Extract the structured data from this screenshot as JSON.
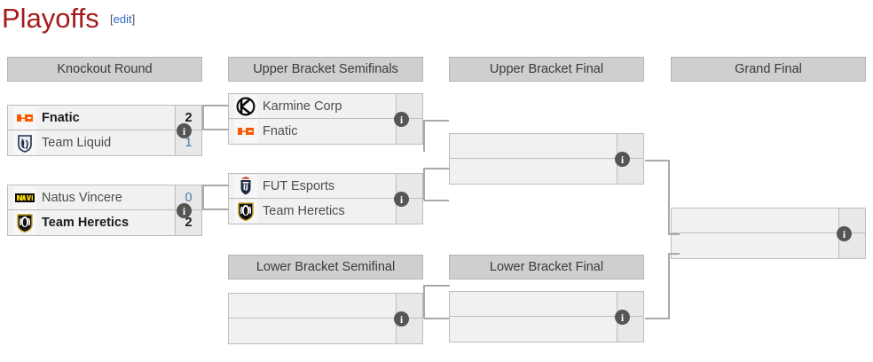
{
  "page": {
    "title": "Playoffs",
    "edit_label": "edit",
    "edit_bracket_open": "[",
    "edit_bracket_close": "]"
  },
  "colors": {
    "title": "#a51b1b",
    "link": "#3366cc",
    "header_bg": "#cfcfcf",
    "match_bg": "#f1f1f1",
    "score_bg": "#e8e8e8",
    "connector": "#a9a9a9",
    "winner_text": "#1c1c1c",
    "loser_text": "#4d4d4d",
    "score_text": "#4a7ba6"
  },
  "rounds": [
    {
      "id": "knockout-round",
      "label": "Knockout Round"
    },
    {
      "id": "upper-bracket-semifinals",
      "label": "Upper Bracket Semifinals"
    },
    {
      "id": "upper-bracket-final",
      "label": "Upper Bracket Final"
    },
    {
      "id": "grand-final",
      "label": "Grand Final"
    },
    {
      "id": "lower-bracket-semifinal",
      "label": "Lower Bracket Semifinal"
    },
    {
      "id": "lower-bracket-final",
      "label": "Lower Bracket Final"
    }
  ],
  "matches": {
    "ko1": {
      "info_label": "i",
      "top": {
        "team": "Fnatic",
        "logo": "fnatic-logo",
        "score": "2",
        "winner": true
      },
      "bottom": {
        "team": "Team Liquid",
        "logo": "team-liquid-logo",
        "score": "1",
        "winner": false
      }
    },
    "ko2": {
      "info_label": "i",
      "top": {
        "team": "Natus Vincere",
        "logo": "navi-logo",
        "score": "0",
        "winner": false
      },
      "bottom": {
        "team": "Team Heretics",
        "logo": "heretics-logo",
        "score": "2",
        "winner": true
      }
    },
    "ubsf1": {
      "info_label": "i",
      "top": {
        "team": "Karmine Corp",
        "logo": "karmine-corp-logo",
        "score": "",
        "winner": false
      },
      "bottom": {
        "team": "Fnatic",
        "logo": "fnatic-logo",
        "score": "",
        "winner": false
      }
    },
    "ubsf2": {
      "info_label": "i",
      "top": {
        "team": "FUT Esports",
        "logo": "fut-esports-logo",
        "score": "",
        "winner": false
      },
      "bottom": {
        "team": "Team Heretics",
        "logo": "heretics-logo",
        "score": "",
        "winner": false
      }
    },
    "ubf": {
      "info_label": "i",
      "top": {
        "team": "",
        "logo": "",
        "score": "",
        "winner": false
      },
      "bottom": {
        "team": "",
        "logo": "",
        "score": "",
        "winner": false
      }
    },
    "gf": {
      "info_label": "i",
      "top": {
        "team": "",
        "logo": "",
        "score": "",
        "winner": false
      },
      "bottom": {
        "team": "",
        "logo": "",
        "score": "",
        "winner": false
      }
    },
    "lbsf": {
      "info_label": "i",
      "top": {
        "team": "",
        "logo": "",
        "score": "",
        "winner": false
      },
      "bottom": {
        "team": "",
        "logo": "",
        "score": "",
        "winner": false
      }
    },
    "lbf": {
      "info_label": "i",
      "top": {
        "team": "",
        "logo": "",
        "score": "",
        "winner": false
      },
      "bottom": {
        "team": "",
        "logo": "",
        "score": "",
        "winner": false
      }
    }
  }
}
